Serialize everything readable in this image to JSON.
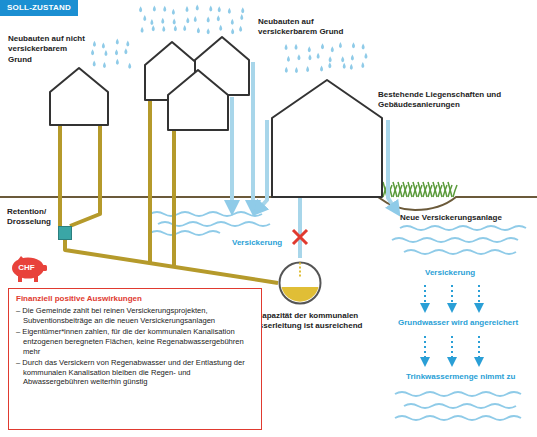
{
  "diagram": {
    "title": "SOLL-ZUSTAND",
    "nodes": [
      {
        "text": [
          "Retention/ Drosselung"
        ]
      },
      {
        "text": [
          "Die Kapazität der kommunalen Abwasserleitung ist ausreichend"
        ]
      },
      {
        "text": [
          "CHF"
        ]
      },
      {
        "text": [
          "Finanziell positive Auswirkungen",
          "– Die Gemeinde zahlt bei reinen Versickerungsprojekten, Subventionsbeiträge an die neuen Versickerungsanlagen",
          "– Eigentümer*innen zahlen, für die der kommunalen Kanalisation entzogenen beregneten Flächen, keine Regenabwassergebühren mehr",
          "– Durch das Versickern von Regenabwasser und der Entlastung der kommunalen Kanalisation bleiben die Regen- und Abwassergebühren weiterhin günstig"
        ]
      }
    ],
    "edges": [
      {
        "from": 0,
        "to": 1,
        "arrow": "none"
      }
    ],
    "labels": [
      "Neubauten auf nicht versickerbarem Grund",
      "Neubauten auf versickerbarem Grund",
      "Bestehende Liegenschaften und Gebäudesanierungen",
      "Versickerung",
      "Neue Versickerungsanlage",
      "Versickerung",
      "Grundwasser wird angereichert",
      "Trinkwassermenge nimmt zu"
    ]
  }
}
